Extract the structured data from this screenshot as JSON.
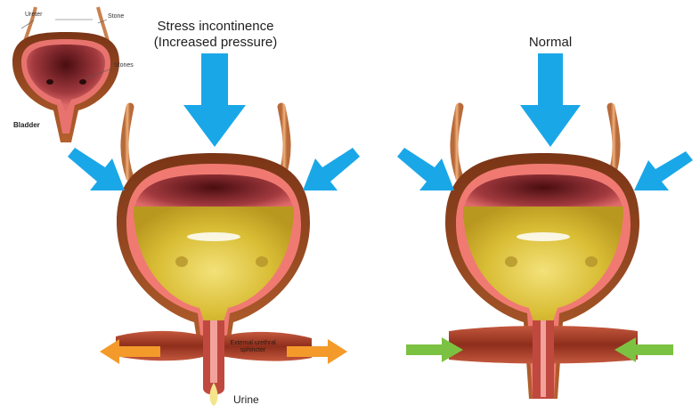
{
  "inset": {
    "ureter_label": "Ureter",
    "stone_label": "Stone",
    "stones_label": "Stones",
    "bladder_label": "Bladder"
  },
  "stress": {
    "title_line1": "Stress incontinence",
    "title_line2": "(Increased pressure)",
    "sphincter_line1": "External urethral",
    "sphincter_line2": "sphincter",
    "urine_label": "Urine"
  },
  "normal": {
    "title": "Normal"
  },
  "colors": {
    "pressure_arrow": "#1aa7e8",
    "relax_arrow": "#f39a2b",
    "contract_arrow": "#7cc242",
    "bladder_wall": "#9a4a22",
    "bladder_lining": "#f07a72",
    "urine": "#e0c73a",
    "muscle": "#b8432b",
    "ureter": "#d9905a"
  }
}
